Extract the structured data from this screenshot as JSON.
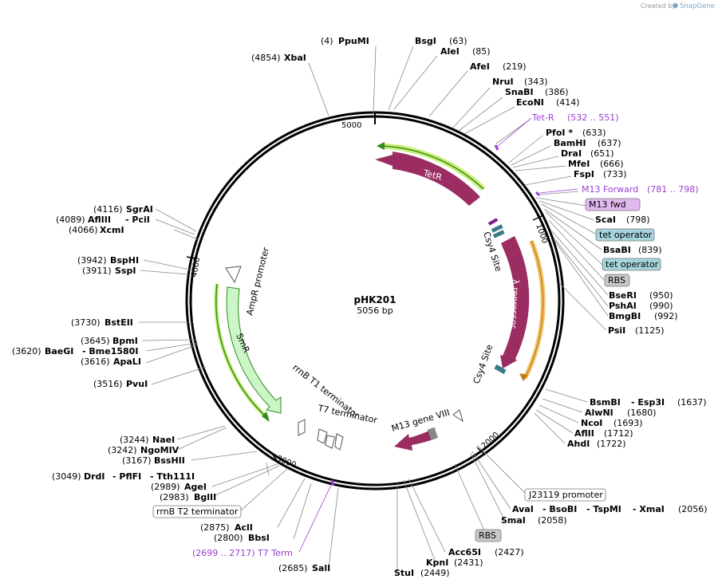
{
  "header": {
    "created_by": "Created by",
    "brand": "SnapGene"
  },
  "plasmid": {
    "name": "pHK201",
    "size": "5056 bp"
  },
  "ticks": {
    "t1000": "1000",
    "t2000": "2000",
    "t3000": "3000",
    "t4000": "4000",
    "t5000": "5000"
  },
  "features": {
    "tetr": "TetR",
    "lambda": "λ repressor",
    "csy4_top": "Csy4 Site",
    "csy4_bottom": "Csy4 Site",
    "m13_gene": "M13 gene VIII",
    "t7_term": "T7 terminator",
    "rrnb_t1": "rrnB T1 terminator",
    "smr": "SmR",
    "ampr": "AmpR promoter"
  },
  "labels": {
    "ppumi_pos": "(4)",
    "ppumi": "PpuMI",
    "xbai_pos": "(4854)",
    "xbai": "XbaI",
    "bsgi": "BsgI",
    "bsgi_pos": "(63)",
    "alei": "AleI",
    "alei_pos": "(85)",
    "afei": "AfeI",
    "afei_pos": "(219)",
    "nrui": "NruI",
    "nrui_pos": "(343)",
    "snabi": "SnaBI",
    "snabi_pos": "(386)",
    "econi": "EcoNI",
    "econi_pos": "(414)",
    "tetr_site": "Tet-R",
    "tetr_site_pos": "(532 .. 551)",
    "pfoi": "PfoI *",
    "pfoi_pos": "(633)",
    "bamhi": "BamHI",
    "bamhi_pos": "(637)",
    "drai": "DraI",
    "drai_pos": "(651)",
    "mfei": "MfeI",
    "mfei_pos": "(666)",
    "fspi": "FspI",
    "fspi_pos": "(733)",
    "m13fwd_site": "M13 Forward",
    "m13fwd_site_pos": "(781 .. 798)",
    "m13fwd_box": "M13 fwd",
    "scai": "ScaI",
    "scai_pos": "(798)",
    "tetop1": "tet operator",
    "bsabi": "BsaBI",
    "bsabi_pos": "(839)",
    "tetop2": "tet operator",
    "rbs1": "RBS",
    "bseri": "BseRI",
    "bseri_pos": "(950)",
    "pshai": "PshAI",
    "pshai_pos": "(990)",
    "bmgbi": "BmgBI",
    "bmgbi_pos": "(992)",
    "psii": "PsiI",
    "psii_pos": "(1125)",
    "bsmbi": "BsmBI",
    "esp3i": "- Esp3I",
    "bsmbi_pos": "(1637)",
    "alwni": "AlwNI",
    "alwni_pos": "(1680)",
    "ncoi": "NcoI",
    "ncoi_pos": "(1693)",
    "aflii": "AflII",
    "aflii_pos": "(1712)",
    "ahdi": "AhdI",
    "ahdi_pos": "(1722)",
    "j23119": "J23119 promoter",
    "avai": "AvaI",
    "bsobi": "- BsoBI",
    "tspmi": "- TspMI",
    "xmai": "- XmaI",
    "avai_pos": "(2056)",
    "smai": "SmaI",
    "smai_pos": "(2058)",
    "rbs2": "RBS",
    "acc65i": "Acc65I",
    "acc65i_pos": "(2427)",
    "kpni": "KpnI",
    "kpni_pos": "(2431)",
    "stui": "StuI",
    "stui_pos": "(2449)",
    "sali_pos": "(2685)",
    "sali": "SalI",
    "t7term_site_pos": "(2699 .. 2717)",
    "t7term_site": "T7 Term",
    "bbsi_pos": "(2800)",
    "bbsi": "BbsI",
    "acli_pos": "(2875)",
    "acli": "AclI",
    "rrnb_t2": "rrnB T2 terminator",
    "bglii_pos": "(2983)",
    "bglii": "BglII",
    "agei_pos": "(2989)",
    "agei": "AgeI",
    "drdi_pos": "(3049)",
    "drdi": "DrdI",
    "pflfi": "- PflFI",
    "tth111i": "- Tth111I",
    "bsshii_pos": "(3167)",
    "bsshii": "BssHII",
    "ngomiv_pos": "(3242)",
    "ngomiv": "NgoMIV",
    "naei_pos": "(3244)",
    "naei": "NaeI",
    "pvui_pos": "(3516)",
    "pvui": "PvuI",
    "apali_pos": "(3616)",
    "apali": "ApaLI",
    "baegi_pos": "(3620)",
    "baegi": "BaeGI",
    "bme1580i": "- Bme1580I",
    "bpmi_pos": "(3645)",
    "bpmi": "BpmI",
    "bsteii_pos": "(3730)",
    "bsteii": "BstEII",
    "sspi_pos": "(3911)",
    "sspi": "SspI",
    "bsphi_pos": "(3942)",
    "bsphi": "BspHI",
    "xcmi_pos": "(4066)",
    "xcmi": "XcmI",
    "afliii_pos": "(4089)",
    "afliii": "AflIII",
    "pcii": "- PciI",
    "sgrai_pos": "(4116)",
    "sgrai": "SgrAI"
  },
  "colors": {
    "feature": "#9b2d63",
    "tetr_glow": "#c9ef7a",
    "lambda_glow": "#f2c46a",
    "smr_fill": "#ccf5c8",
    "smr_edge": "#2e8b1e",
    "operator_box": "#a6d3dc",
    "rbs_box": "#c8c8c8",
    "m13_box": "#e2b8f0",
    "site_label": "#9a3dd0"
  }
}
